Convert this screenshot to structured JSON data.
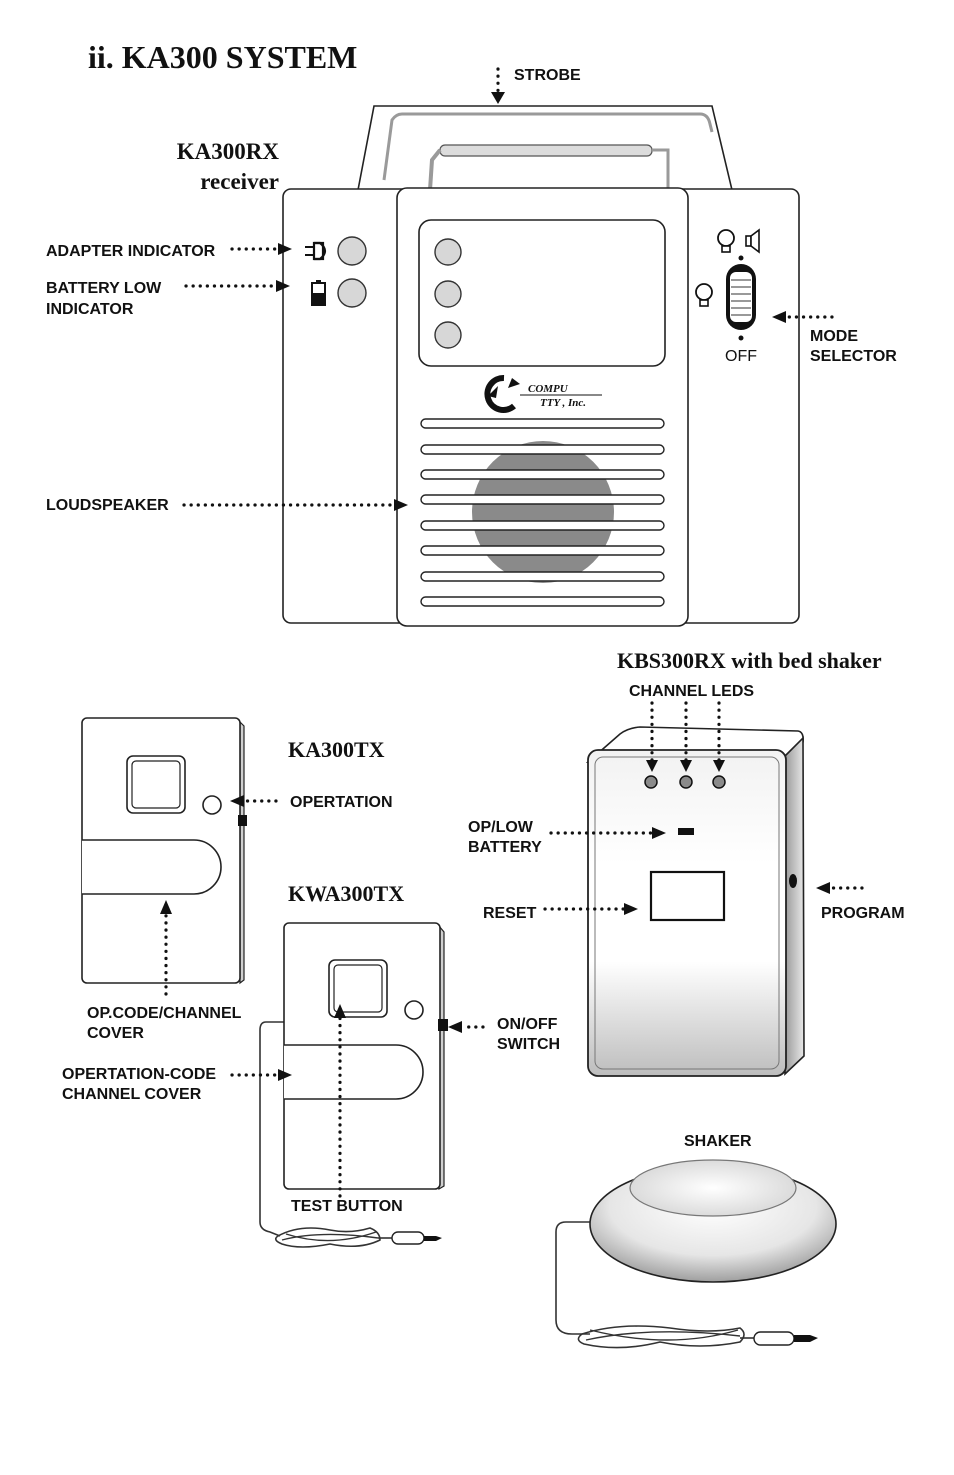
{
  "page_title": "ii. KA300 SYSTEM",
  "devices": {
    "receiver": {
      "model": "KA300RX",
      "subtitle": "receiver"
    },
    "bed_shaker_receiver": {
      "model": "KBS300RX with bed shaker"
    },
    "transmitter": {
      "model": "KA300TX"
    },
    "wireless_transmitter": {
      "model": "KWA300TX"
    }
  },
  "logo": {
    "line1": "COMPU",
    "line2": "TTY , Inc."
  },
  "labels": {
    "strobe": "STROBE",
    "adapter_indicator": "ADAPTER INDICATOR",
    "battery_low_1": "BATTERY LOW",
    "battery_low_2": "INDICATOR",
    "loudspeaker": "LOUDSPEAKER",
    "mode_selector_1": "MODE",
    "mode_selector_2": "SELECTOR",
    "off": "OFF",
    "channel_leds": "CHANNEL LEDS",
    "op_low_battery_1": "OP/LOW",
    "op_low_battery_2": "BATTERY",
    "reset": "RESET",
    "program": "PROGRAM",
    "opertation": "OPERTATION",
    "op_code_channel_cover_1": "OP.CODE/CHANNEL",
    "op_code_channel_cover_2": "COVER",
    "operation_code_channel_cover_1": "OPERTATION-CODE",
    "operation_code_channel_cover_2": "CHANNEL COVER",
    "on_off_switch_1": "ON/OFF",
    "on_off_switch_2": "SWITCH",
    "test_button": "TEST BUTTON",
    "shaker": "SHAKER"
  },
  "icons": [
    "plug-icon",
    "battery-icon",
    "bulb-icon",
    "speaker-icon"
  ],
  "colors": {
    "line": "#222222",
    "indicator": "#d7d7d7",
    "speaker_cone": "#8a8a8a"
  }
}
